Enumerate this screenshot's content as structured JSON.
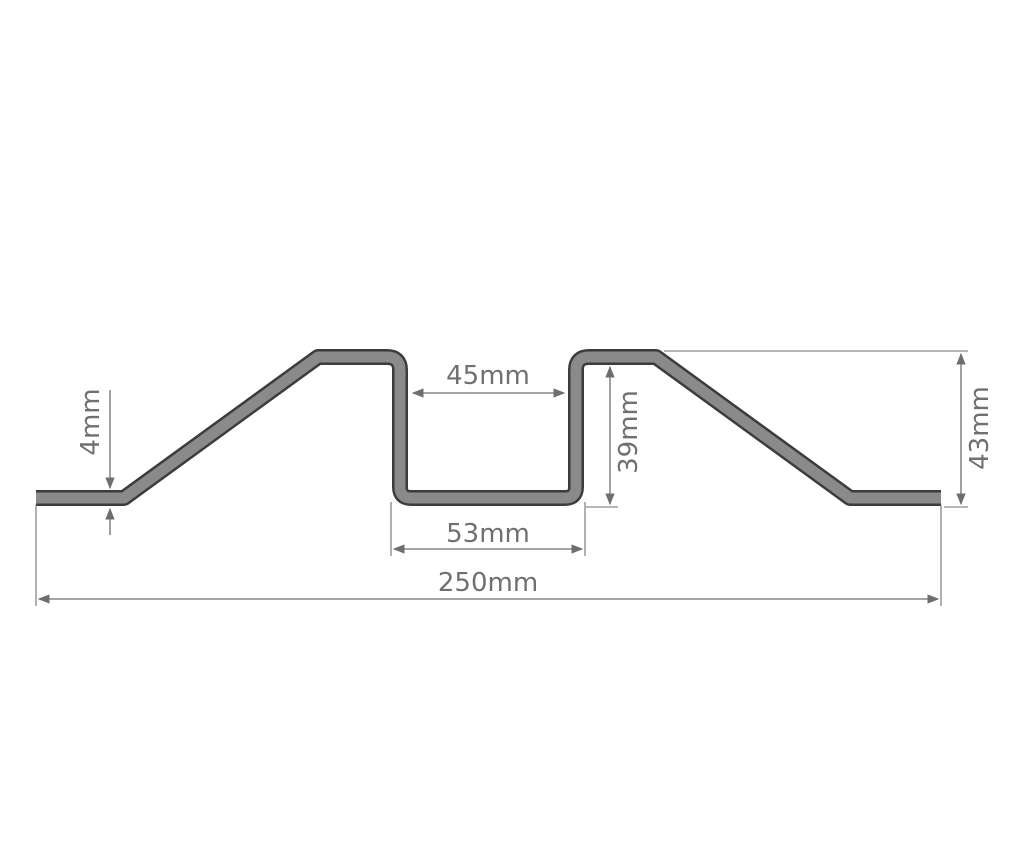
{
  "colors": {
    "profile_fill": "#8a8a8a",
    "profile_stroke": "#3c3c3c",
    "dimension": "#6e6e6e",
    "text": "#707070",
    "background": "#ffffff"
  },
  "dimensions": {
    "thickness": "4mm",
    "channel_inner_width": "45mm",
    "channel_depth": "39mm",
    "overall_height": "43mm",
    "channel_outer_width": "53mm",
    "overall_width": "250mm"
  }
}
